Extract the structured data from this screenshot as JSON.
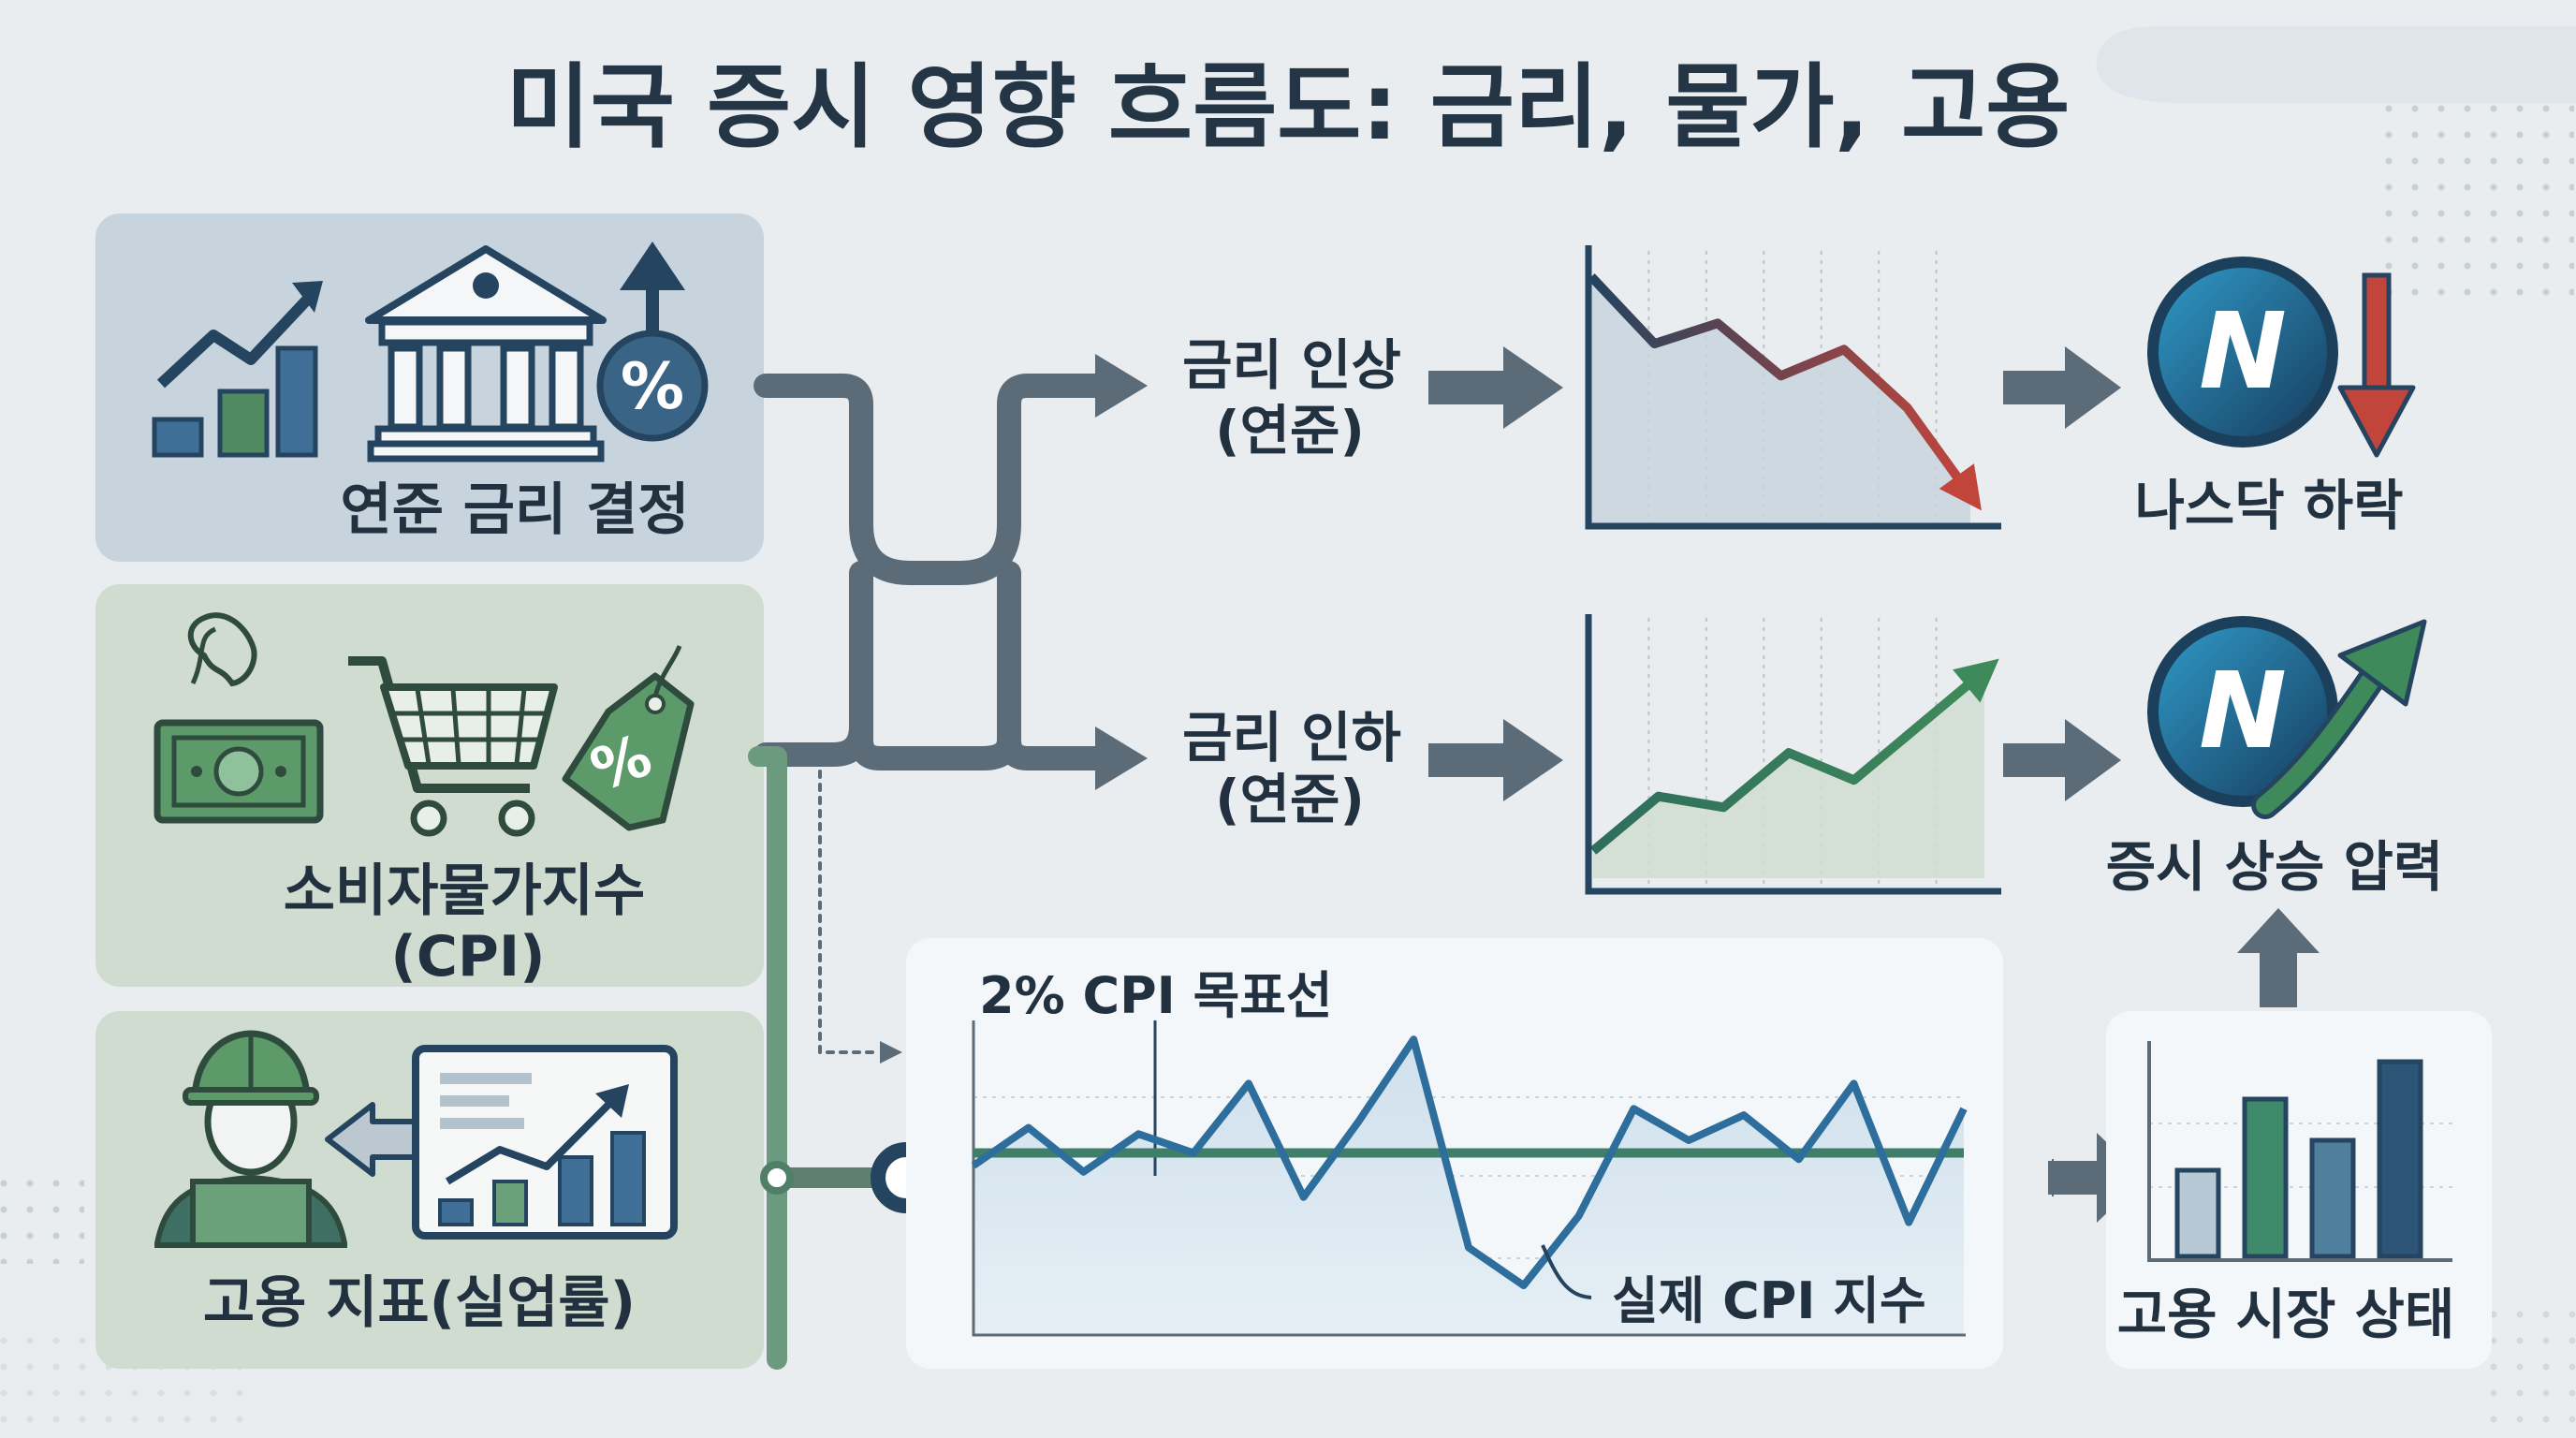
{
  "title": "미국 증시 영향 흐름도: 금리, 물가, 고용",
  "inputs": {
    "fed": {
      "label": "연준 금리 결정"
    },
    "cpi": {
      "label_line1": "소비자물가지수",
      "label_line2": "(CPI)"
    },
    "employment": {
      "label": "고용 지표(실업률)"
    }
  },
  "branches": {
    "rate_hike": {
      "line1": "금리 인상",
      "line2": "(연준)"
    },
    "rate_cut": {
      "line1": "금리 인하",
      "line2": "(연준)"
    }
  },
  "outcomes": {
    "nasdaq_down": "나스닥 하락",
    "market_up": "증시 상승 압력",
    "employment_state": "고용 시장 상태"
  },
  "cpi_chart": {
    "target_label": "2% CPI 목표선",
    "actual_label": "실제 CPI 지수"
  },
  "icons": {
    "percent_symbol": "%",
    "nasdaq_logo": "N"
  },
  "colors": {
    "navy": "#24445f",
    "steel": "#5b6b78",
    "green": "#3f8a5a",
    "red": "#c2453c",
    "blue_line": "#2d6e9c"
  },
  "chart_data": [
    {
      "type": "area",
      "trend": "falling",
      "title": "",
      "series": [
        {
          "values": [
            8.5,
            6.2,
            6.9,
            5.1,
            6.0,
            4.0,
            1.0
          ]
        }
      ]
    },
    {
      "type": "area",
      "trend": "rising",
      "title": "",
      "series": [
        {
          "values": [
            1.0,
            3.0,
            2.6,
            4.6,
            3.6,
            5.6,
            7.6
          ]
        }
      ]
    },
    {
      "type": "line",
      "title": "",
      "series": [
        {
          "name": "실제 CPI 지수",
          "values": [
            2.3,
            2.9,
            2.2,
            2.8,
            2.5,
            3.6,
            1.8,
            3.0,
            4.3,
            1.0,
            0.4,
            1.5,
            3.2,
            2.7,
            3.1,
            2.4,
            3.6,
            1.4,
            3.2
          ]
        },
        {
          "name": "2% CPI 목표선",
          "values": [
            2.5,
            2.5
          ]
        }
      ]
    },
    {
      "type": "bar",
      "title": "",
      "values": [
        2.3,
        4.2,
        3.1,
        5.2
      ]
    }
  ]
}
